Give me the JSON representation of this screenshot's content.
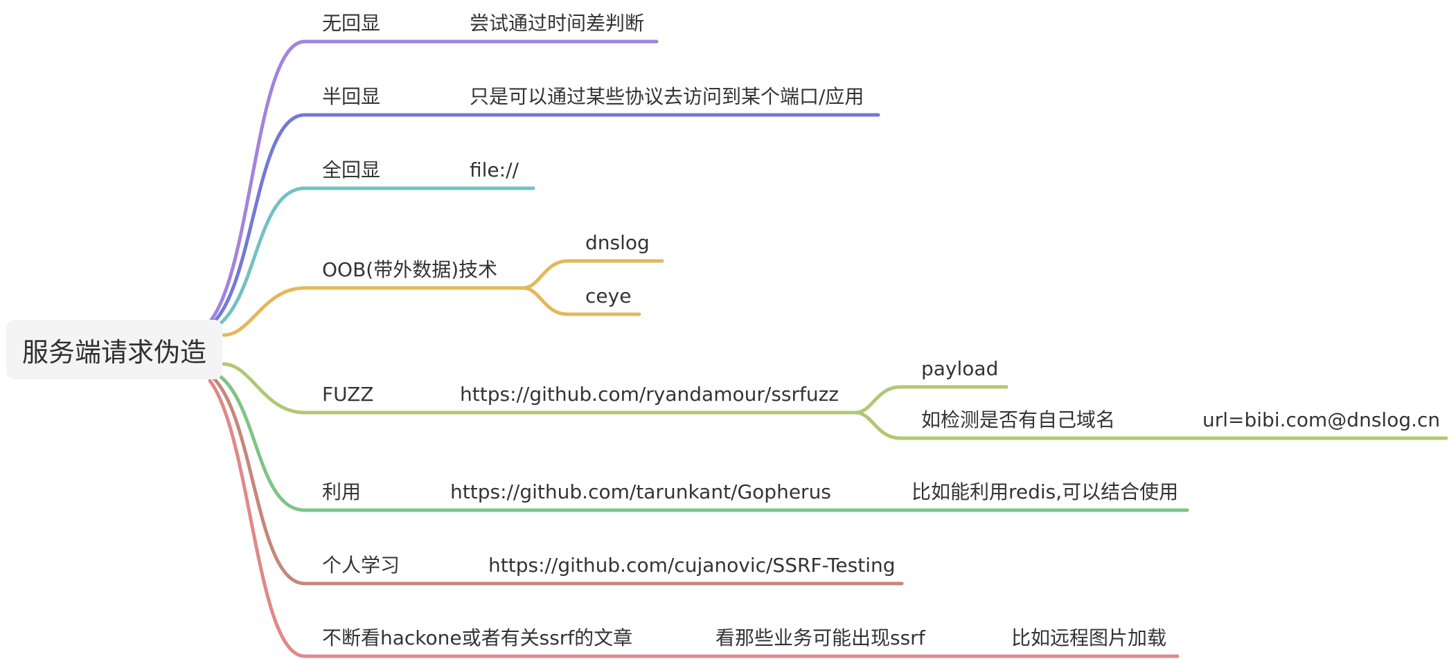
{
  "root": {
    "label": "服务端请求伪造"
  },
  "branches": [
    {
      "color": "#a383dc",
      "nodes": [
        {
          "id": "n1",
          "label": "无回显"
        },
        {
          "id": "n1a",
          "label": "尝试通过时间差判断"
        }
      ]
    },
    {
      "color": "#7379d6",
      "nodes": [
        {
          "id": "n2",
          "label": "半回显"
        },
        {
          "id": "n2a",
          "label": "只是可以通过某些协议去访问到某个端口/应用"
        }
      ]
    },
    {
      "color": "#72c2c1",
      "nodes": [
        {
          "id": "n3",
          "label": "全回显"
        },
        {
          "id": "n3a",
          "label": "file://"
        }
      ]
    },
    {
      "color": "#e3b85a",
      "nodes": [
        {
          "id": "n4",
          "label": "OOB(带外数据)技术"
        },
        {
          "id": "n4a",
          "label": "dnslog"
        },
        {
          "id": "n4b",
          "label": "ceye"
        }
      ]
    },
    {
      "color": "#b2c774",
      "nodes": [
        {
          "id": "n5",
          "label": "FUZZ"
        },
        {
          "id": "n5a",
          "label": "https://github.com/ryandamour/ssrfuzz"
        },
        {
          "id": "n5b",
          "label": "payload"
        },
        {
          "id": "n5c",
          "label": "如检测是否有自己域名"
        },
        {
          "id": "n5d",
          "label": "url=bibi.com@dnslog.cn"
        }
      ]
    },
    {
      "color": "#7ec485",
      "nodes": [
        {
          "id": "n6",
          "label": "利用"
        },
        {
          "id": "n6a",
          "label": "https://github.com/tarunkant/Gopherus"
        },
        {
          "id": "n6b",
          "label": "比如能利用redis,可以结合使用"
        }
      ]
    },
    {
      "color": "#c5877a",
      "nodes": [
        {
          "id": "n7",
          "label": "个人学习"
        },
        {
          "id": "n7a",
          "label": "https://github.com/cujanovic/SSRF-Testing"
        }
      ]
    },
    {
      "color": "#e08889",
      "nodes": [
        {
          "id": "n8",
          "label": "不断看hackone或者有关ssrf的文章"
        },
        {
          "id": "n8a",
          "label": "看那些业务可能出现ssrf"
        },
        {
          "id": "n8b",
          "label": "比如远程图片加载"
        }
      ]
    }
  ]
}
